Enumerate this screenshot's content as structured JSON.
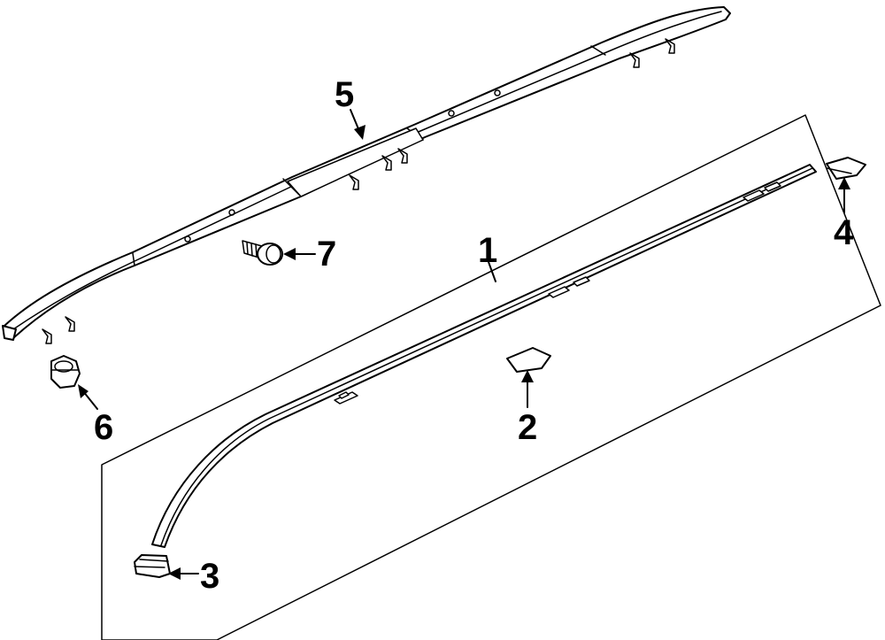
{
  "diagram": {
    "callouts": [
      {
        "id": "1",
        "label": "1"
      },
      {
        "id": "2",
        "label": "2"
      },
      {
        "id": "3",
        "label": "3"
      },
      {
        "id": "4",
        "label": "4"
      },
      {
        "id": "5",
        "label": "5"
      },
      {
        "id": "6",
        "label": "6"
      },
      {
        "id": "7",
        "label": "7"
      }
    ],
    "line_color": "#000000",
    "background_color": "#ffffff"
  }
}
